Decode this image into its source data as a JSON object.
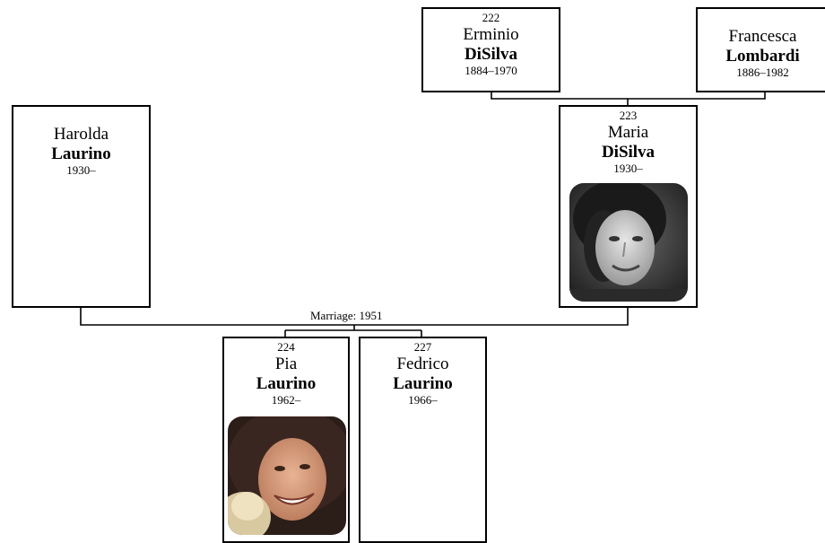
{
  "persons": {
    "erminio": {
      "id": "222",
      "first": "Erminio",
      "last": "DiSilva",
      "years": "1884–1970"
    },
    "francesca": {
      "id": "",
      "first": "Francesca",
      "last": "Lombardi",
      "years": "1886–1982"
    },
    "harolda": {
      "id": "",
      "first": "Harolda",
      "last": "Laurino",
      "years": "1930–"
    },
    "maria": {
      "id": "223",
      "first": "Maria",
      "last": "DiSilva",
      "years": "1930–"
    },
    "pia": {
      "id": "224",
      "first": "Pia",
      "last": "Laurino",
      "years": "1962–"
    },
    "fedrico": {
      "id": "227",
      "first": "Fedrico",
      "last": "Laurino",
      "years": "1966–"
    }
  },
  "marriage": {
    "label": "Marriage: 1951"
  },
  "colors": {
    "line": "#000000",
    "box_border": "#000000",
    "background": "#ffffff"
  }
}
